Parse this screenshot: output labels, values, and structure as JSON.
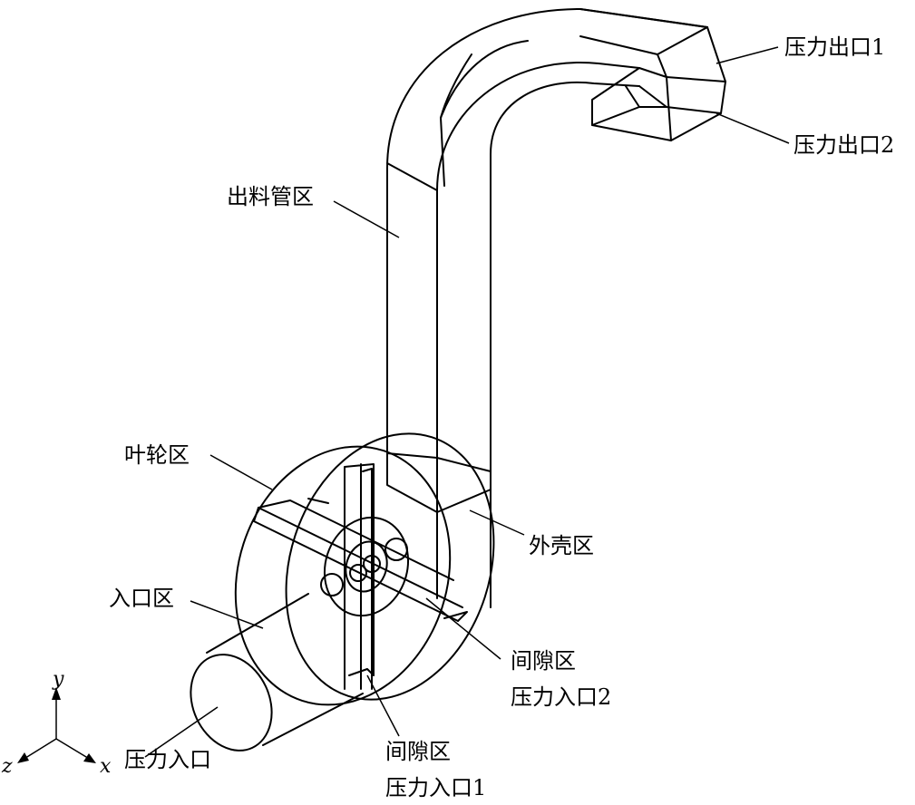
{
  "labels": {
    "outlet1": "压力出口1",
    "outlet2": "压力出口2",
    "discharge_pipe": "出料管区",
    "impeller": "叶轮区",
    "casing": "外壳区",
    "inlet_zone": "入口区",
    "gap_inlet2_line1": "间隙区",
    "gap_inlet2_line2": "压力入口2",
    "pressure_inlet": "压力入口",
    "gap_inlet1_line1": "间隙区",
    "gap_inlet1_line2": "压力入口1"
  },
  "axes": {
    "y": "y",
    "z": "z",
    "x": "x"
  }
}
